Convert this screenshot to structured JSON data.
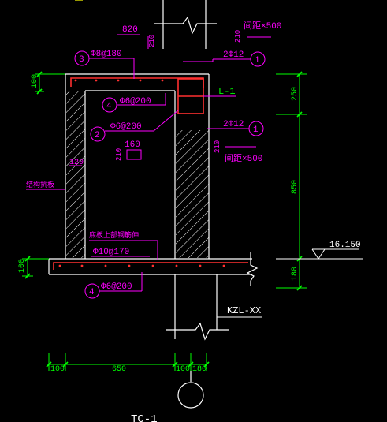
{
  "colors": {
    "background": "#000000",
    "outline": "#ffffff",
    "rebar": "#ff3030",
    "annotation": "#ff00ff",
    "dimension": "#00ff00",
    "elevation": "#ffffff"
  },
  "annotations": {
    "top_dim_820": "820",
    "top_dim_210": "210",
    "top_right_210": "210",
    "top_spacing": "间距×500",
    "rebar_3": "Φ8@180",
    "bubble_3": "3",
    "rebar_2phi12_top": "2Φ12",
    "bubble_1_top": "1",
    "beam_label": "L-1",
    "rebar_4_upper": "Φ6@200",
    "bubble_4_upper": "4",
    "rebar_2_inner": "Φ6@200",
    "bubble_2": "2",
    "rebar_2phi12_mid": "2Φ12",
    "bubble_1_mid": "1",
    "dim_160": "160",
    "dim_210_left": "210",
    "dim_210_right": "210",
    "mid_spacing": "间距×500",
    "label_120": "120",
    "label_side": "结构抗板",
    "label_bottom_note": "底板上部钢筋伸",
    "rebar_phi10": "Φ10@170",
    "rebar_4_lower": "Φ6@200",
    "bubble_4_lower": "4",
    "column_label": "KZL-XX"
  },
  "dimensions": {
    "left_100_top": "100",
    "left_100_bottom": "100",
    "right_250": "250",
    "right_850": "850",
    "right_180": "180",
    "bottom_100_a": "100",
    "bottom_650": "650",
    "bottom_100_b": "100",
    "bottom_180": "180"
  },
  "elevation": "16.150",
  "title": "TC-1"
}
